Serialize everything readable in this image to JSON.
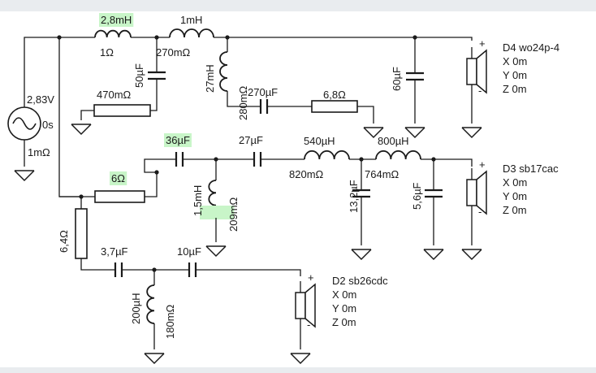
{
  "source": {
    "voltage": "2,83V",
    "delay": "0s",
    "resistance": "1mΩ"
  },
  "nets": {
    "top": {
      "L1": {
        "value": "2,8mH",
        "resistance": "1Ω"
      },
      "L2": {
        "value": "1mH",
        "resistance": "270mΩ"
      },
      "C1": {
        "value": "50µF"
      },
      "R1": {
        "value": "470mΩ"
      },
      "L3": {
        "value": "27mH",
        "resistance": "280mΩ"
      },
      "C2": {
        "value": "270µF"
      },
      "R2": {
        "value": "6,8Ω"
      },
      "C3": {
        "value": "60µF"
      }
    },
    "middle": {
      "C4": {
        "value": "36µF"
      },
      "R3": {
        "value": "6Ω"
      },
      "L4": {
        "value": "1,5mH",
        "resistance": "209mΩ"
      },
      "C5": {
        "value": "27µF"
      },
      "L5": {
        "value": "540µH",
        "resistance": "820mΩ"
      },
      "C6": {
        "value": "13,2µF"
      },
      "L6": {
        "value": "800µH",
        "resistance": "764mΩ"
      },
      "C7": {
        "value": "5,6µF"
      }
    },
    "bottom": {
      "R4": {
        "value": "6,4Ω"
      },
      "C8": {
        "value": "3,7µF"
      },
      "L7": {
        "value": "200µH",
        "resistance": "180mΩ"
      },
      "C9": {
        "value": "10µF"
      }
    }
  },
  "drivers": [
    {
      "name": "D4 wo24p-4",
      "color": "#2323e0",
      "x": "X 0m",
      "y": "Y 0m",
      "z": "Z 0m"
    },
    {
      "name": "D3 sb17cac",
      "color": "#1e8c1e",
      "x": "X 0m",
      "y": "Y 0m",
      "z": "Z 0m"
    },
    {
      "name": "D2 sb26cdc",
      "color": "#e02020",
      "x": "X 0m",
      "y": "Y 0m",
      "z": "Z 0m"
    }
  ],
  "colors": {
    "wire": "#1a1a1a",
    "highlight": "#c8f5c8",
    "selected": "#1565c0"
  },
  "polarity": {
    "plus": "+",
    "minus": "-"
  }
}
